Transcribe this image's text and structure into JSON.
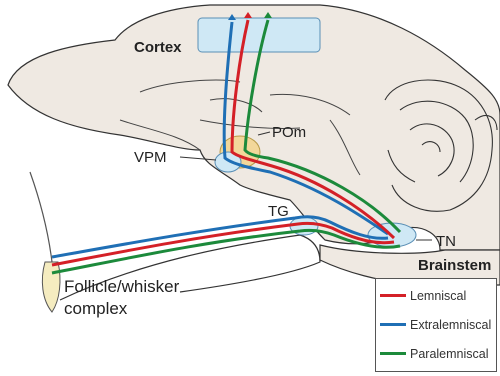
{
  "labels": {
    "cortex": "Cortex",
    "pom": "POm",
    "vpm": "VPM",
    "tg": "TG",
    "tn": "TN",
    "brainstem": "Brainstem",
    "follicle_line1": "Follicle/whisker",
    "follicle_line2": "complex"
  },
  "legend": [
    {
      "label": "Lemniscal",
      "color": "#d42027"
    },
    {
      "label": "Extralemniscal",
      "color": "#1f6fb5"
    },
    {
      "label": "Paralemniscal",
      "color": "#1c8a3b"
    }
  ],
  "colors": {
    "lemniscal": "#d42027",
    "extralemniscal": "#1f6fb5",
    "paralemniscal": "#1c8a3b",
    "region_fill": "#cfe8f5",
    "thalamus_fill": "#f2d79a",
    "brain_fill": "#efe9e2",
    "outline": "#333333"
  }
}
